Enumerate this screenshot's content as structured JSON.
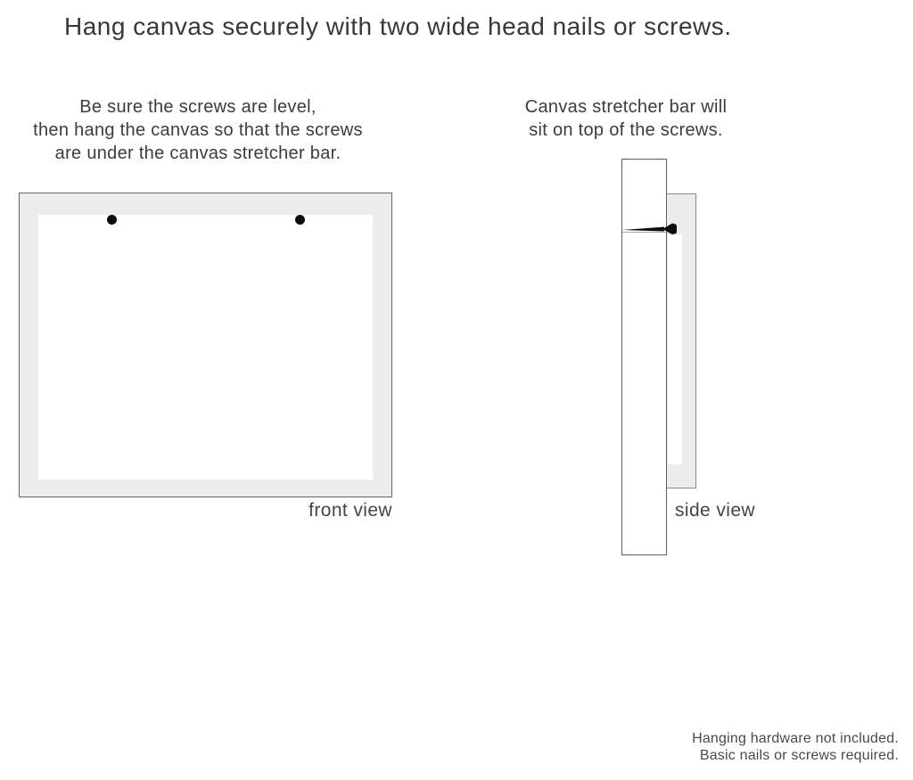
{
  "title": "Hang canvas securely with two wide head nails or screws.",
  "instructions": {
    "left": [
      "Be sure the screws are level,",
      "then hang the canvas so that the screws",
      "are under the canvas stretcher bar."
    ],
    "right": [
      "Canvas stretcher bar will",
      "sit on top of the screws."
    ]
  },
  "front_view": {
    "label": "front view",
    "nail_count": 2
  },
  "side_view": {
    "label": "side view",
    "nail_count": 1
  },
  "footer": [
    "Hanging hardware not included.",
    "Basic nails or screws required."
  ],
  "colors": {
    "background": "#ffffff",
    "canvas_gray": "#ececec",
    "outline_gray": "#6e6e6e",
    "nail_black": "#0c0c0c",
    "text": "#3c3c3c"
  }
}
